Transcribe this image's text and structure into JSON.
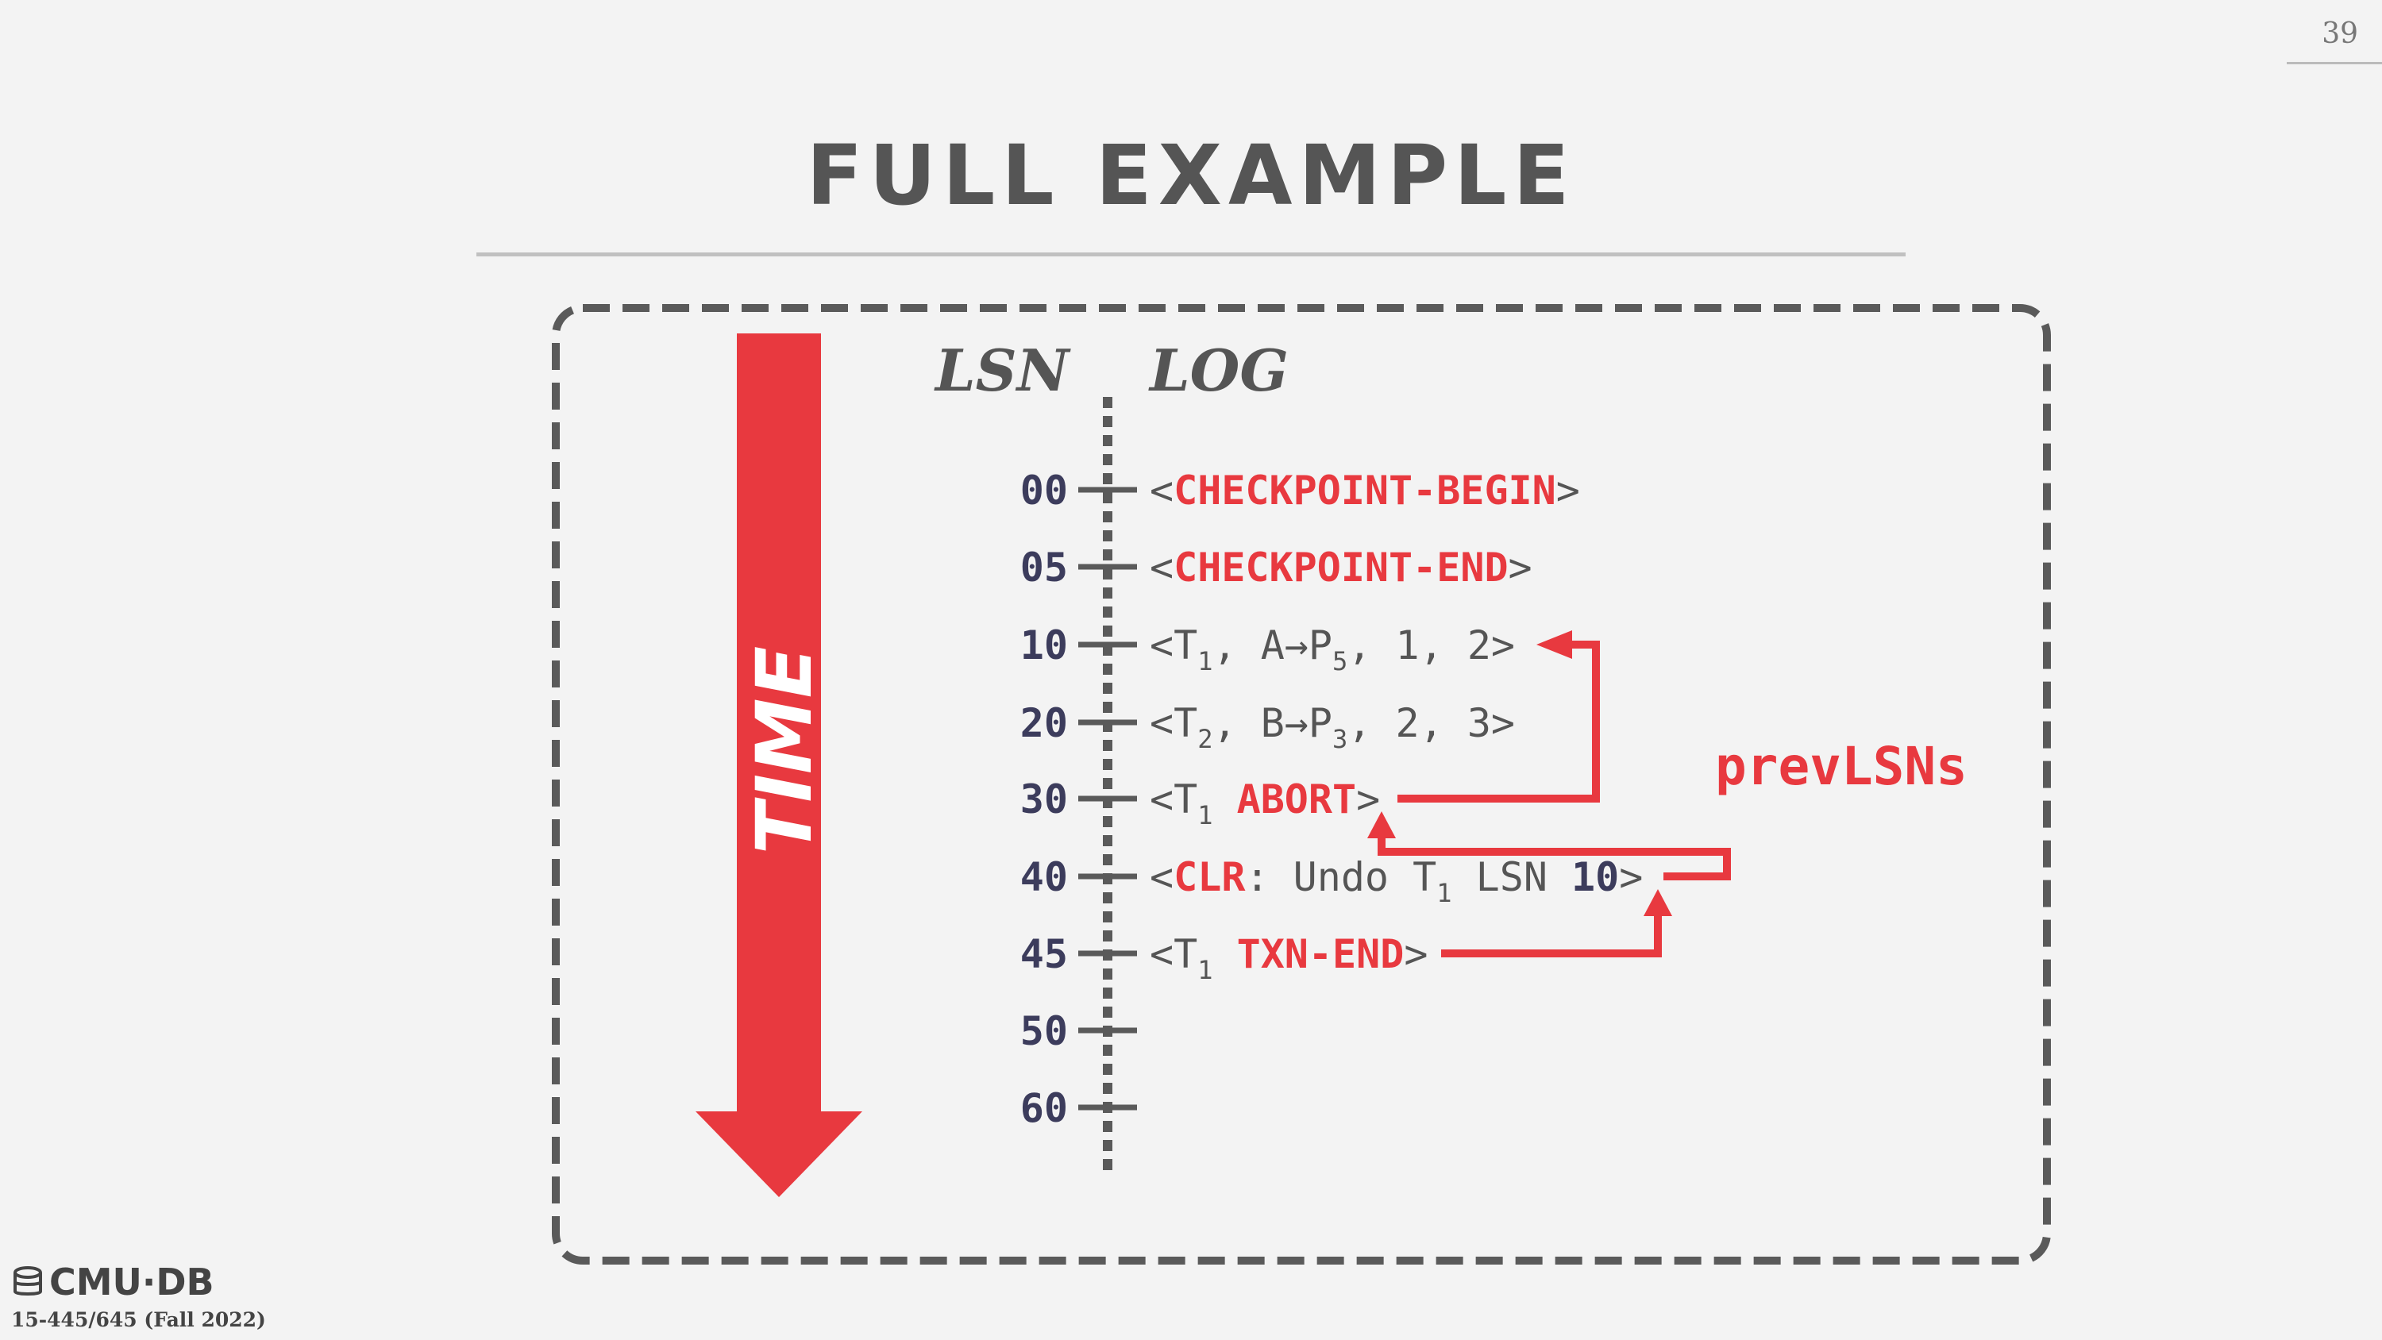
{
  "slide": {
    "number": "39",
    "title": "FULL EXAMPLE"
  },
  "diagram": {
    "lsn_header": "LSN",
    "log_header": "LOG",
    "time_label": "TIME",
    "prevlsns_label": "prevLSNs",
    "lsn_ticks": [
      "00",
      "05",
      "10",
      "20",
      "30",
      "40",
      "45",
      "50",
      "60"
    ],
    "log_entries": [
      {
        "lsn": "00",
        "prefix": "<",
        "keyword": "CHECKPOINT-BEGIN",
        "suffix": ">"
      },
      {
        "lsn": "05",
        "prefix": "<",
        "keyword": "CHECKPOINT-END",
        "suffix": ">"
      },
      {
        "lsn": "10",
        "text": "<T1, A→P5, 1, 2>",
        "txn": "1",
        "page": "5",
        "before": "1",
        "after": "2"
      },
      {
        "lsn": "20",
        "text": "<T2, B→P3, 2, 3>",
        "txn": "2",
        "page": "3",
        "before": "2",
        "after": "3"
      },
      {
        "lsn": "30",
        "txn": "1",
        "keyword": "ABORT"
      },
      {
        "lsn": "40",
        "keyword": "CLR",
        "text": "Undo T1 LSN 10",
        "undo_lsn": "10"
      },
      {
        "lsn": "45",
        "txn": "1",
        "keyword": "TXN-END"
      }
    ],
    "colors": {
      "accent": "#e8393f",
      "text": "#555555",
      "number": "#3c3c5c",
      "border": "#5a5a5a"
    }
  },
  "footer": {
    "logo": "CMU·DB",
    "course": "15-445/645 (Fall 2022)"
  }
}
